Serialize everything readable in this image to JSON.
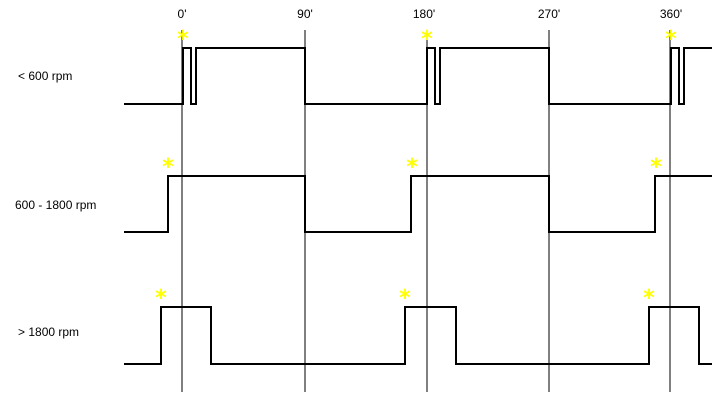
{
  "degree_labels": [
    "0'",
    "90'",
    "180'",
    "270'",
    "360'"
  ],
  "rows": [
    {
      "label": "< 600 rpm"
    },
    {
      "label": "600 - 1800 rpm"
    },
    {
      "label": "> 1800 rpm"
    }
  ],
  "marker": {
    "symbol": "*",
    "color": "#ffff00"
  },
  "line_color": "#000000"
}
